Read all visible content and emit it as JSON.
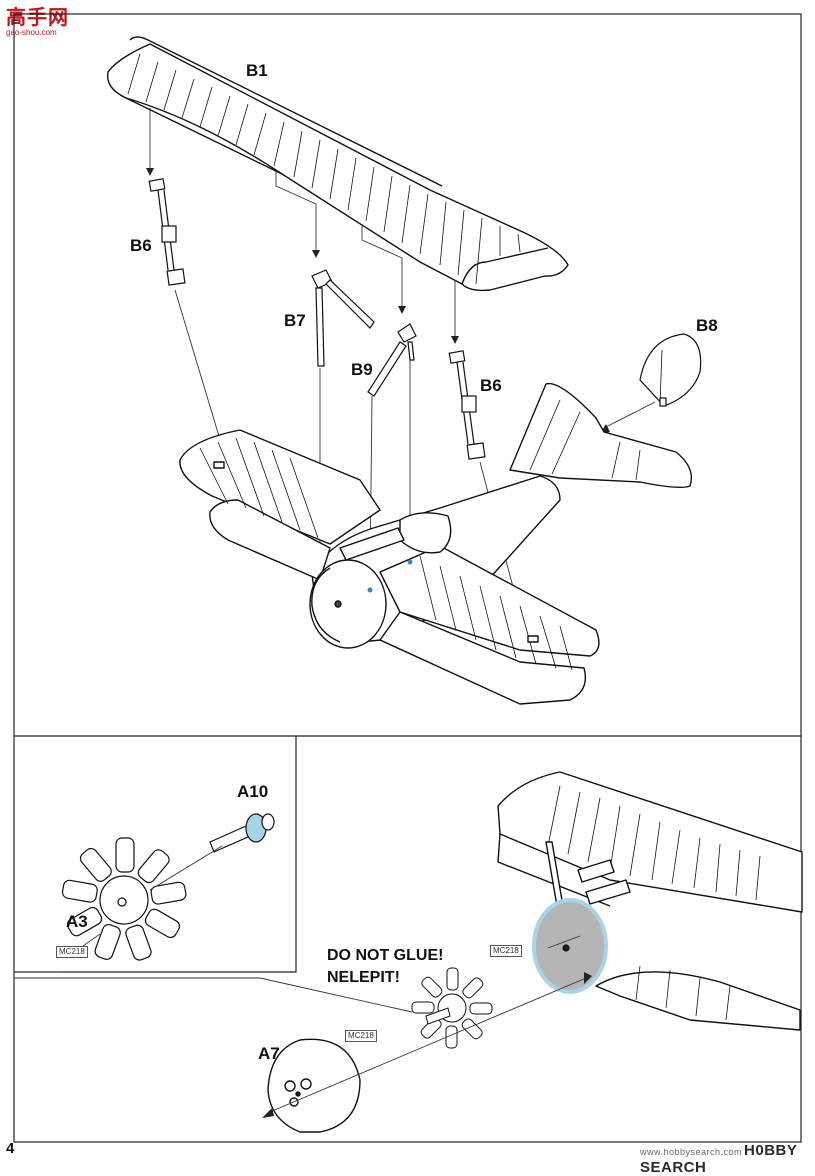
{
  "header": {
    "logo_main": "高手网",
    "logo_sub": "gao-shou.com"
  },
  "parts": {
    "b1": "B1",
    "b6_left": "B6",
    "b6_right": "B6",
    "b7": "B7",
    "b8": "B8",
    "b9": "B9",
    "a10": "A10",
    "a3": "A3",
    "a7": "A7"
  },
  "paint_codes": {
    "a3": "MC218",
    "a7": "MC218",
    "cowl": "MC218"
  },
  "warning": {
    "line1": "DO NOT GLUE!",
    "line2": "NELEPIT!"
  },
  "footer": {
    "page_number": "4",
    "watermark_prefix": "www.hobbysearch.com",
    "watermark": "H0BBY SEARCH"
  },
  "colors": {
    "highlight_blue": "#a9d3e6",
    "cowl_grey": "#b5b5b5",
    "brand_red": "#c0151b"
  }
}
